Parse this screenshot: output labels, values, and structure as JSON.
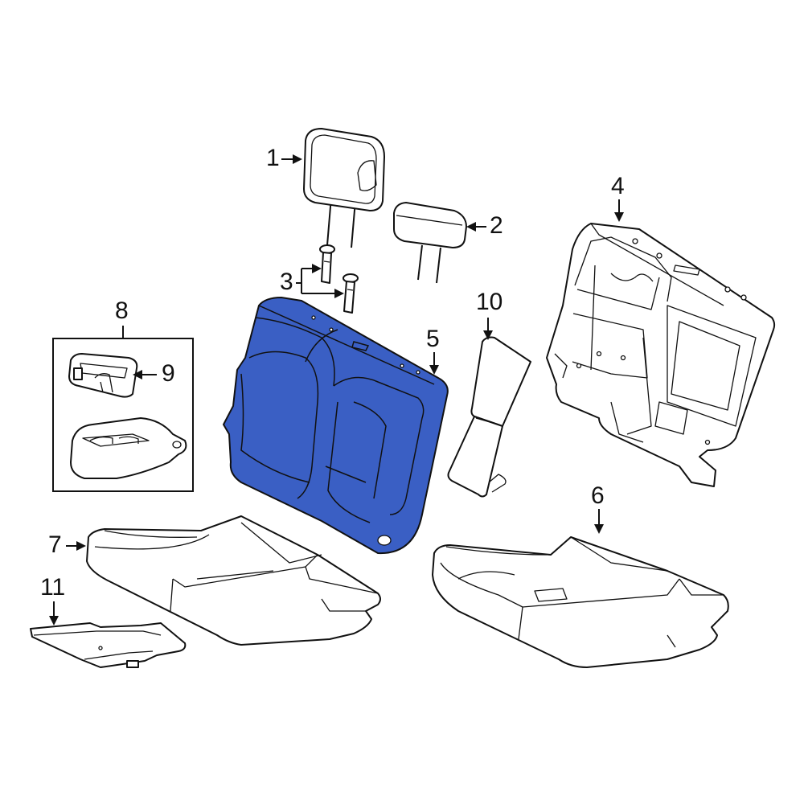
{
  "colors": {
    "highlight": "#3a5fc4",
    "line": "#111111",
    "background": "#ffffff"
  },
  "callouts": {
    "c1": "1",
    "c2": "2",
    "c3": "3",
    "c4": "4",
    "c5": "5",
    "c6": "6",
    "c7": "7",
    "c8": "8",
    "c9": "9",
    "c10": "10",
    "c11": "11"
  },
  "parts": {
    "c1": "headrest-left",
    "c2": "headrest-right",
    "c3": "headrest-guides",
    "c4": "seat-back-frame",
    "c5": "seat-back-cover",
    "c6": "seat-cushion-right",
    "c7": "seat-cushion-left",
    "c8": "armrest-assembly",
    "c9": "cup-holder",
    "c10": "seat-back-panel",
    "c11": "cushion-pad"
  },
  "highlighted_part": "c5"
}
